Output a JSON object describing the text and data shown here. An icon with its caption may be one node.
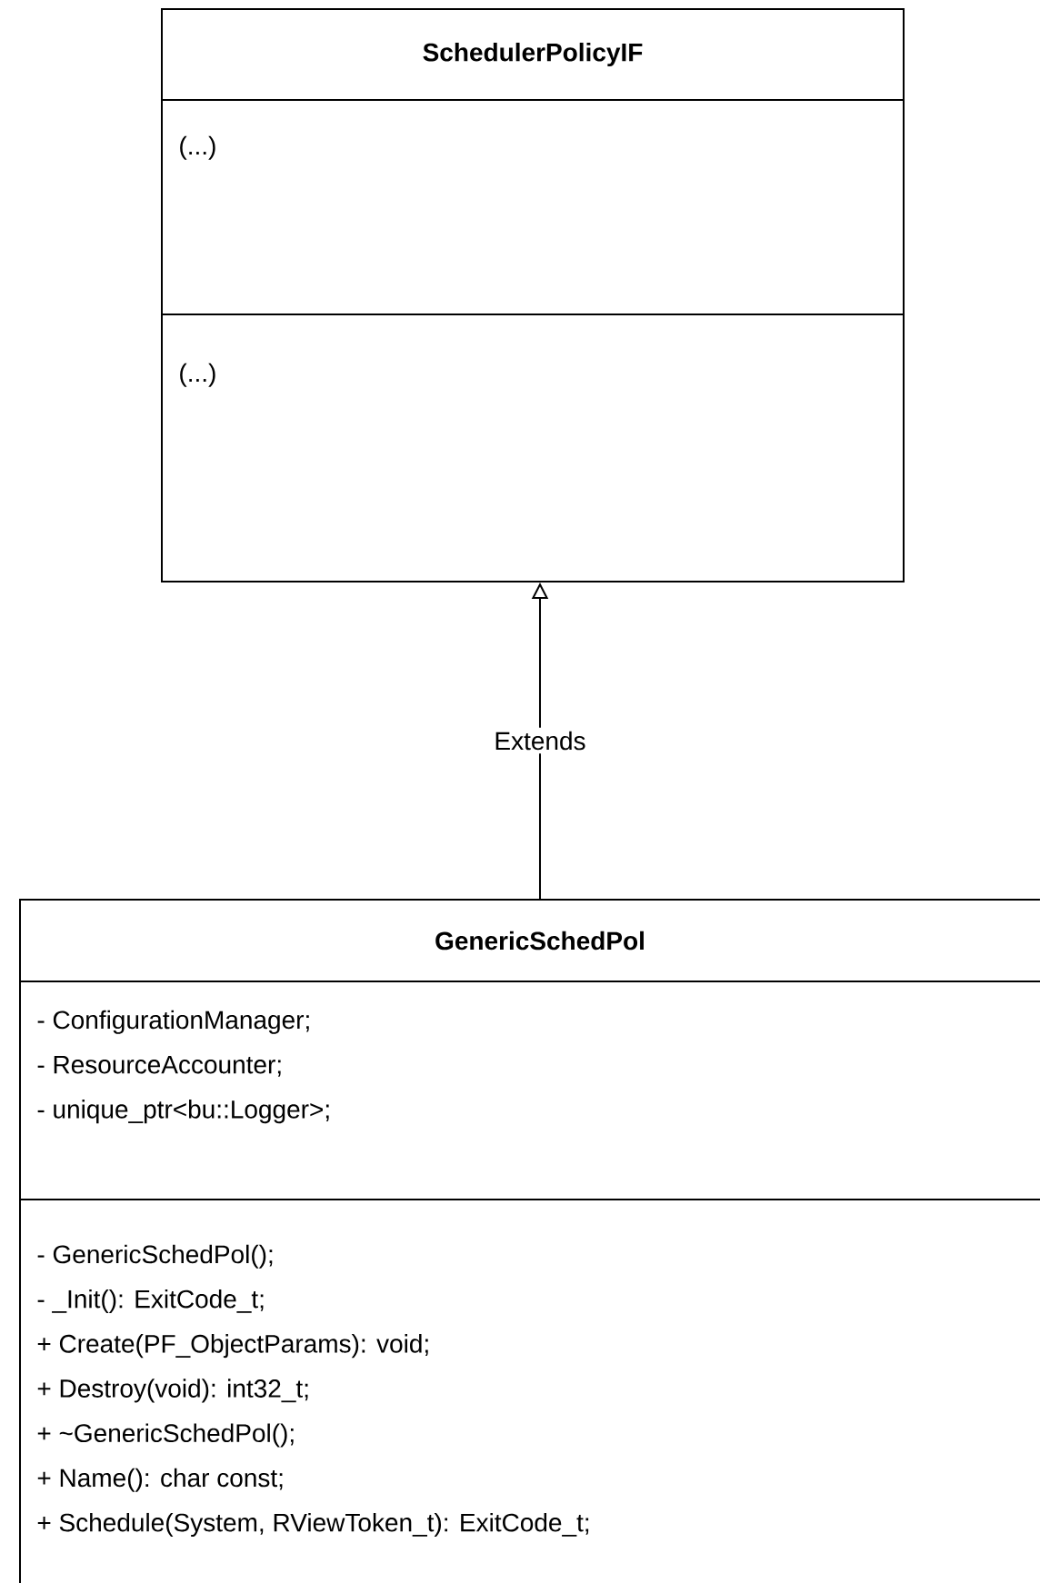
{
  "diagram": {
    "nodes": [
      {
        "text": [
          "SchedulerPolicyIF",
          "(...)",
          "(...)"
        ]
      },
      {
        "text": [
          "GenericSchedPol",
          "- ConfigurationManager;",
          "- ResourceAccounter;",
          "- unique_ptr<bu::Logger>;",
          "- GenericSchedPol();",
          "- _Init(): ExitCode_t;",
          "+ Create(PF_ObjectParams): void;",
          "+ Destroy(void): int32_t;",
          "+ ~GenericSchedPol();",
          "+ Name(): char const;",
          "+ Schedule(System, RViewToken_t): ExitCode_t;"
        ]
      }
    ],
    "edges": [
      {
        "from": 1,
        "to": 0,
        "arrow": "to",
        "label": "Extends"
      }
    ]
  }
}
